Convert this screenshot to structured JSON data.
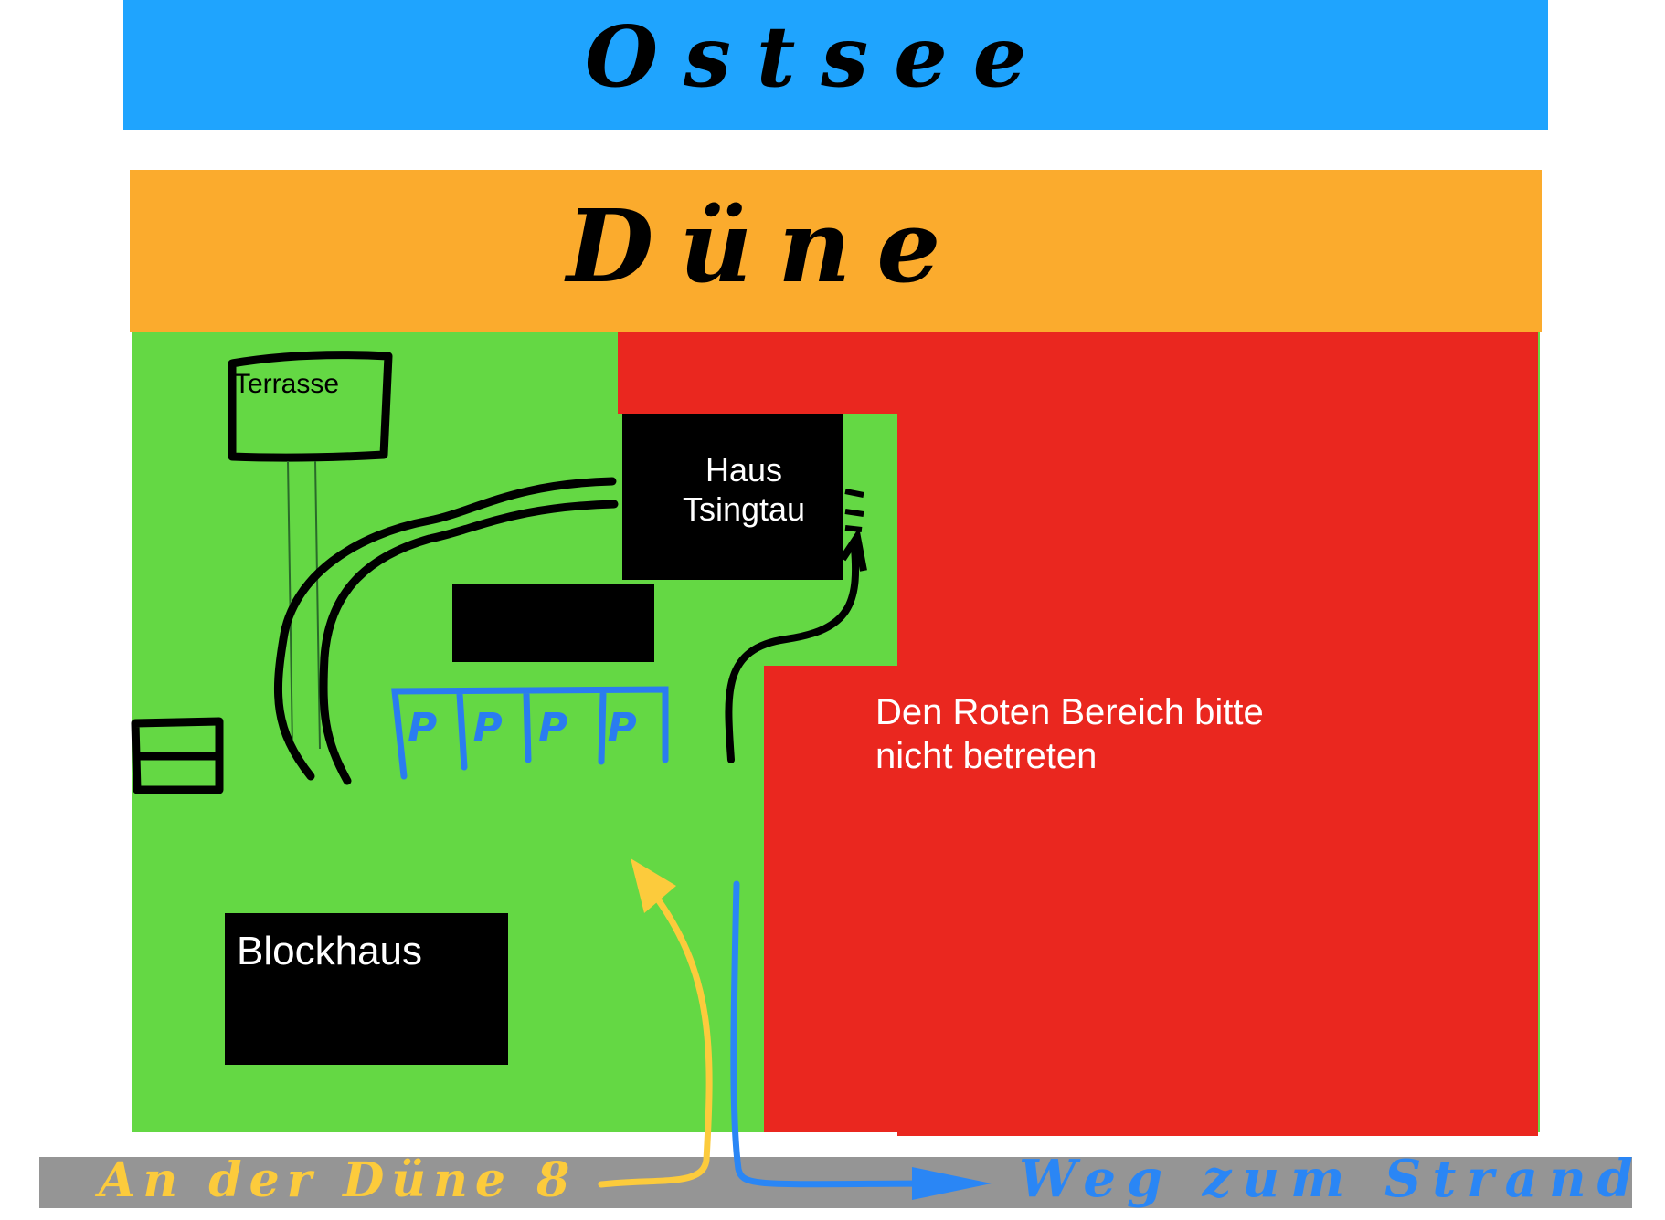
{
  "sea": {
    "label": "Ostsee",
    "color": "#1fa4fe"
  },
  "dune": {
    "label": "Düne",
    "color": "#fbab2d"
  },
  "grounds": {
    "color": "#64d844"
  },
  "restricted": {
    "label_line1": "Den Roten Bereich bitte",
    "label_line2": "nicht betreten",
    "color": "#ea271f"
  },
  "buildings": {
    "terrasse": "Terrasse",
    "haus_line1": "Haus",
    "haus_line2": "Tsingtau",
    "blockhaus": "Blockhaus"
  },
  "parking": {
    "spots": [
      "P",
      "P",
      "P",
      "P"
    ],
    "color": "#2a7cf0"
  },
  "street": {
    "address": "An der Düne 8",
    "beach_path": "Weg zum Strand",
    "color": "#959595",
    "address_color": "#fccb3c",
    "beach_color": "#2a86f5"
  }
}
